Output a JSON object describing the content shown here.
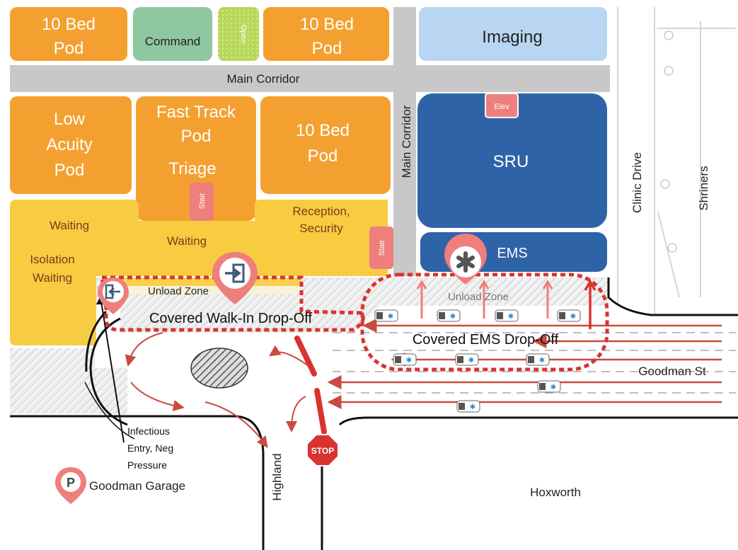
{
  "map": {
    "colors": {
      "orange": "#f4a030",
      "green": "#8fc7a0",
      "lime": "#b7d85a",
      "yellow": "#f8cc40",
      "light_blue": "#b8d6f2",
      "dark_blue": "#2f63a7",
      "corridor": "#c8c8c8",
      "pink": "#ee7f7c",
      "red": "#d9332f",
      "route_red": "#c94a40"
    },
    "rooms": {
      "pod_10bed_1": [
        "10 Bed",
        "Pod"
      ],
      "command": "Command",
      "open": "Open",
      "pod_10bed_2": [
        "10 Bed",
        "Pod"
      ],
      "imaging": "Imaging",
      "main_corridor_h": "Main Corridor",
      "low_acuity": [
        "Low",
        "Acuity",
        "Pod"
      ],
      "fast_track": [
        "Fast Track",
        "Pod",
        "Triage"
      ],
      "pod_10bed_3": [
        "10 Bed",
        "Pod"
      ],
      "main_corridor_v": "Main Corridor",
      "elev": "Elev",
      "sru": "SRU",
      "stair_1": "Stair",
      "stair_2": "Stair",
      "waiting_1": "Waiting",
      "waiting_2": "Waiting",
      "reception": [
        "Reception,",
        "Security"
      ],
      "isolation": [
        "Isolation",
        "Waiting"
      ],
      "ems": "EMS"
    },
    "zones": {
      "unload_walkin": "Unload Zone",
      "covered_walkin": "Covered Walk-In Drop-Off",
      "unload_ems": "Unload Zone",
      "covered_ems": "Covered EMS Drop-Off"
    },
    "streets": {
      "clinic_drive": "Clinic Drive",
      "shriners": "Shriners",
      "goodman_st": "Goodman St",
      "highland": "Highland",
      "hoxworth": "Hoxworth"
    },
    "annotations": {
      "infectious": [
        "Infectious",
        "Entry, Neg",
        "Pressure"
      ],
      "garage": "Goodman Garage",
      "garage_icon": "P",
      "stop_sign": "STOP"
    },
    "icons": {
      "entry": "entry-arrow-icon",
      "exit": "exit-arrow-icon",
      "ems": "star-of-life-icon",
      "parking": "parking-icon",
      "stop": "stop-sign-icon",
      "ambulance": "ambulance-icon"
    }
  }
}
